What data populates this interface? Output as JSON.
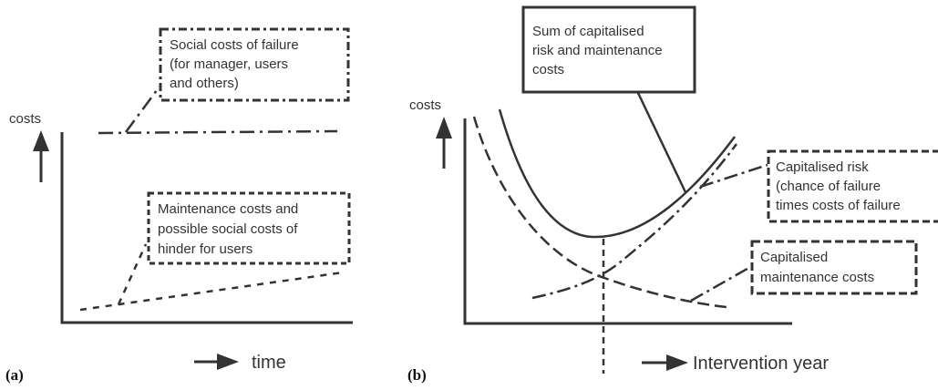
{
  "panel_a": {
    "panel_label": "(a)",
    "y_axis_label": "costs",
    "x_axis_label": "time",
    "social_box": [
      "Social costs of failure",
      "(for manager, users",
      "and others)"
    ],
    "maintenance_box": [
      "Maintenance costs and",
      "possible social costs of",
      "hinder for users"
    ]
  },
  "panel_b": {
    "panel_label": "(b)",
    "y_axis_label": "costs",
    "x_axis_label": "Intervention year",
    "sum_box": [
      "Sum of capitalised",
      "risk and maintenance",
      "costs"
    ],
    "risk_box": [
      "Capitalised risk",
      "(chance of failure",
      "times costs of failure"
    ],
    "maintenance_box": [
      "Capitalised",
      "maintenance costs"
    ]
  },
  "colors": {
    "ink": "#333333",
    "background": "#ffffff"
  }
}
